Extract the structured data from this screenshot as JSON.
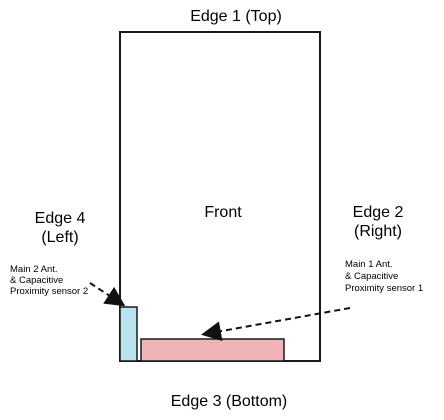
{
  "labels": {
    "edge_top": "Edge 1 (Top)",
    "edge_right_line1": "Edge 2",
    "edge_right_line2": "(Right)",
    "edge_bottom": "Edge 3 (Bottom)",
    "edge_left_line1": "Edge 4",
    "edge_left_line2": "(Left)",
    "front": "Front"
  },
  "annotations": {
    "sensor_left": [
      "Main 2 Ant.",
      "& Capacitive",
      "Proximity sensor 2"
    ],
    "sensor_right": [
      "Main 1 Ant.",
      "& Capacitive",
      "Proximity sensor 1"
    ]
  },
  "colors": {
    "outline": "#1a1a1a",
    "left_sensor_fill": "#b9e3ef",
    "right_sensor_fill": "#f0b3b8"
  }
}
